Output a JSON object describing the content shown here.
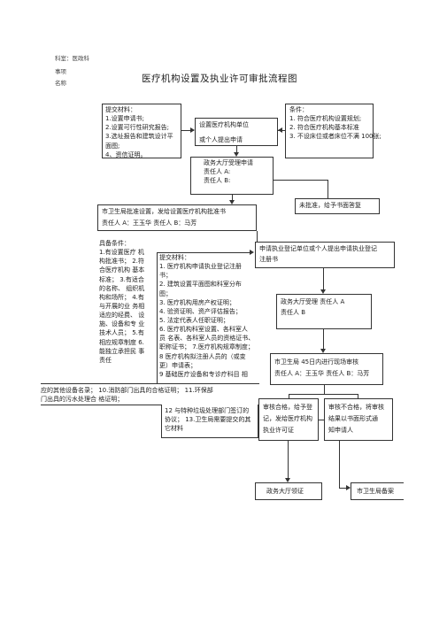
{
  "header": {
    "office": "科室：医政科",
    "label_1": "事项",
    "label_2": "名称"
  },
  "title": "医疗机构设置及执业许可审批流程图",
  "materials_box": {
    "lines": [
      "提交材料：",
      "1.设置申请书;",
      "2.设置可行性研究报告;",
      "3.选址报告和建筑设计平",
      "面图;",
      "4、资信证明。"
    ]
  },
  "apply_box": {
    "line1": "设置医疗机构单位",
    "line2": "或个人提出申请"
  },
  "conditions_box": {
    "lines": [
      "条件：",
      "1. 符合医疗机构设置规划;",
      "2. 符合医疗机构基本标准",
      "3. 不设床位或者床位不满 100张;"
    ]
  },
  "acceptance_box": {
    "lines": [
      "政务大厅受理申请",
      "责任人 A:",
      "责任人 B:"
    ]
  },
  "approve_box": {
    "line1": "市卫生局批准设置，发给设置医疗机构批准书",
    "line2": "责任人 A：王玉华    责任人 B：马芳"
  },
  "reject_box": {
    "text": "未批准，给予书面答复"
  },
  "requirements": {
    "lines": [
      "具备条件：",
      "1.有设置医疗  机",
      "构批准书；  2.符",
      "合医疗机构  基本",
      "标准；  3.有适合",
      "的名称、  组织机",
      "构和场所；  4.有",
      "与开展的业  务相",
      "适应的经费、  设",
      "施、设备和专  业",
      "技术人员；  5.有",
      "相应规章制度  6.",
      "能独立承担民  事",
      "责任"
    ]
  },
  "submit_materials": {
    "lines": [
      "提交材料：",
      "1.    医疗机构申请执业登记注册",
      "书；",
      "2.    建筑设置平面图和科室分布",
      "图；",
      "3.    医疗机构用房产权证明；",
      "4.    验资证明、资产评估报告；",
      "5.    法定代表人任职证明；",
      "6.    医疗机构科室设置、各科室人",
      "员  名表、各科室人员的资格证书、",
      "职称证书；  7.医疗机构规章制度；",
      "8  医疗机构拟注册人员的（或变",
      "更）申请表；",
      "9  基础医疗设备和专诊疗科目  相"
    ],
    "bottom_line1": "应的其他设备名录；  10.消防部门出具的合格证明；  11.环保部",
    "bottom_line2": "门出具的污水处理合  格证明；",
    "box_lines": [
      "12  与特种垃圾处理部门签订的",
      "协议；   13.卫生局需要提交的其",
      "它材料"
    ]
  },
  "register_box": {
    "line1": "申请执业登记单位或个人提出申请执业登记",
    "line2": "注册书"
  },
  "hall_accept": {
    "line1": "政务大厅受理     责任人 A",
    "line2": "责任人 B"
  },
  "review_box": {
    "line1": "市卫生局 45日内进行现场审核",
    "line2": "责任人 A：王玉华   责任人 B：马芳"
  },
  "pass_box": {
    "lines": [
      "审核合格，给予登",
      "记，发给医疗机构",
      "执业许可证"
    ]
  },
  "fail_box": {
    "lines": [
      "审核不合格，将审核",
      "结果以书面形式通",
      "知申请人"
    ]
  },
  "issue_box": {
    "text": "政务大厅领证"
  },
  "archive_box": {
    "text": "市卫生局备案"
  }
}
